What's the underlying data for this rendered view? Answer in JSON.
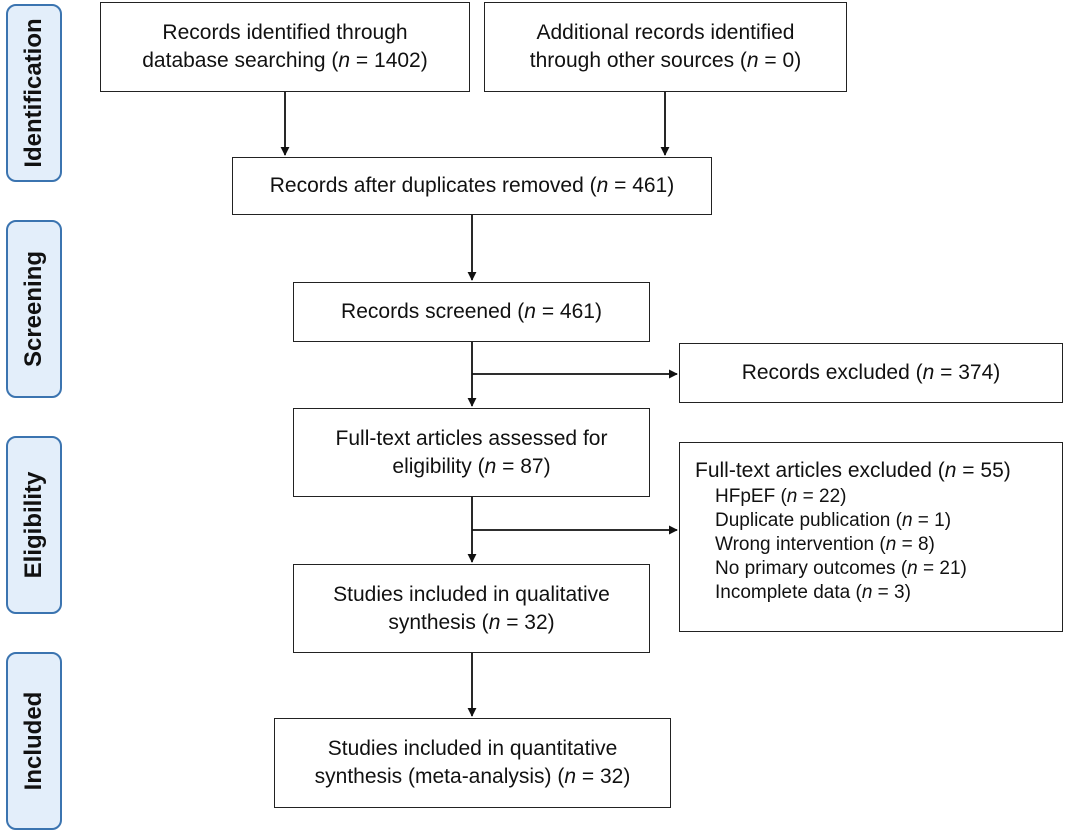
{
  "stages": [
    "Identification",
    "Screening",
    "Eligibility",
    "Included"
  ],
  "boxes": {
    "db_search": {
      "l1": "Records identified through",
      "l2_pre": "database searching (",
      "n": "n",
      "l2_post": " = 1402)"
    },
    "other_sources": {
      "l1": "Additional records identified",
      "l2_pre": "through other sources (",
      "n": "n",
      "l2_post": " = 0)"
    },
    "dup_removed": {
      "l1_pre": "Records after duplicates removed (",
      "n": "n",
      "l1_post": " = 461)"
    },
    "screened": {
      "l1_pre": "Records screened (",
      "n": "n",
      "l1_post": " = 461)"
    },
    "excluded": {
      "l1_pre": "Records excluded (",
      "n": "n",
      "l1_post": " = 374)"
    },
    "fulltext": {
      "l1": "Full-text articles assessed for",
      "l2_pre": "eligibility (",
      "n": "n",
      "l2_post": " = 87)"
    },
    "fulltext_excluded": {
      "title_pre": "Full-text articles excluded (",
      "n": "n",
      "title_post": " = 55)",
      "reasons": [
        {
          "pre": "HFpEF (",
          "n": "n",
          "post": " = 22)"
        },
        {
          "pre": "Duplicate publication (",
          "n": "n",
          "post": " = 1)"
        },
        {
          "pre": "Wrong intervention (",
          "n": "n",
          "post": " = 8)"
        },
        {
          "pre": "No primary outcomes (",
          "n": "n",
          "post": " = 21)"
        },
        {
          "pre": "Incomplete data (",
          "n": "n",
          "post": " = 3)"
        }
      ]
    },
    "qualitative": {
      "l1": "Studies included in qualitative",
      "l2_pre": "synthesis (",
      "n": "n",
      "l2_post": " = 32)"
    },
    "quantitative": {
      "l1": "Studies included in quantitative",
      "l2_pre": "synthesis (meta-analysis) (",
      "n": "n",
      "l2_post": " = 32)"
    }
  },
  "colors": {
    "stage_fill": "#e3eefa",
    "stage_border": "#3b74b0",
    "box_border": "#222222"
  }
}
